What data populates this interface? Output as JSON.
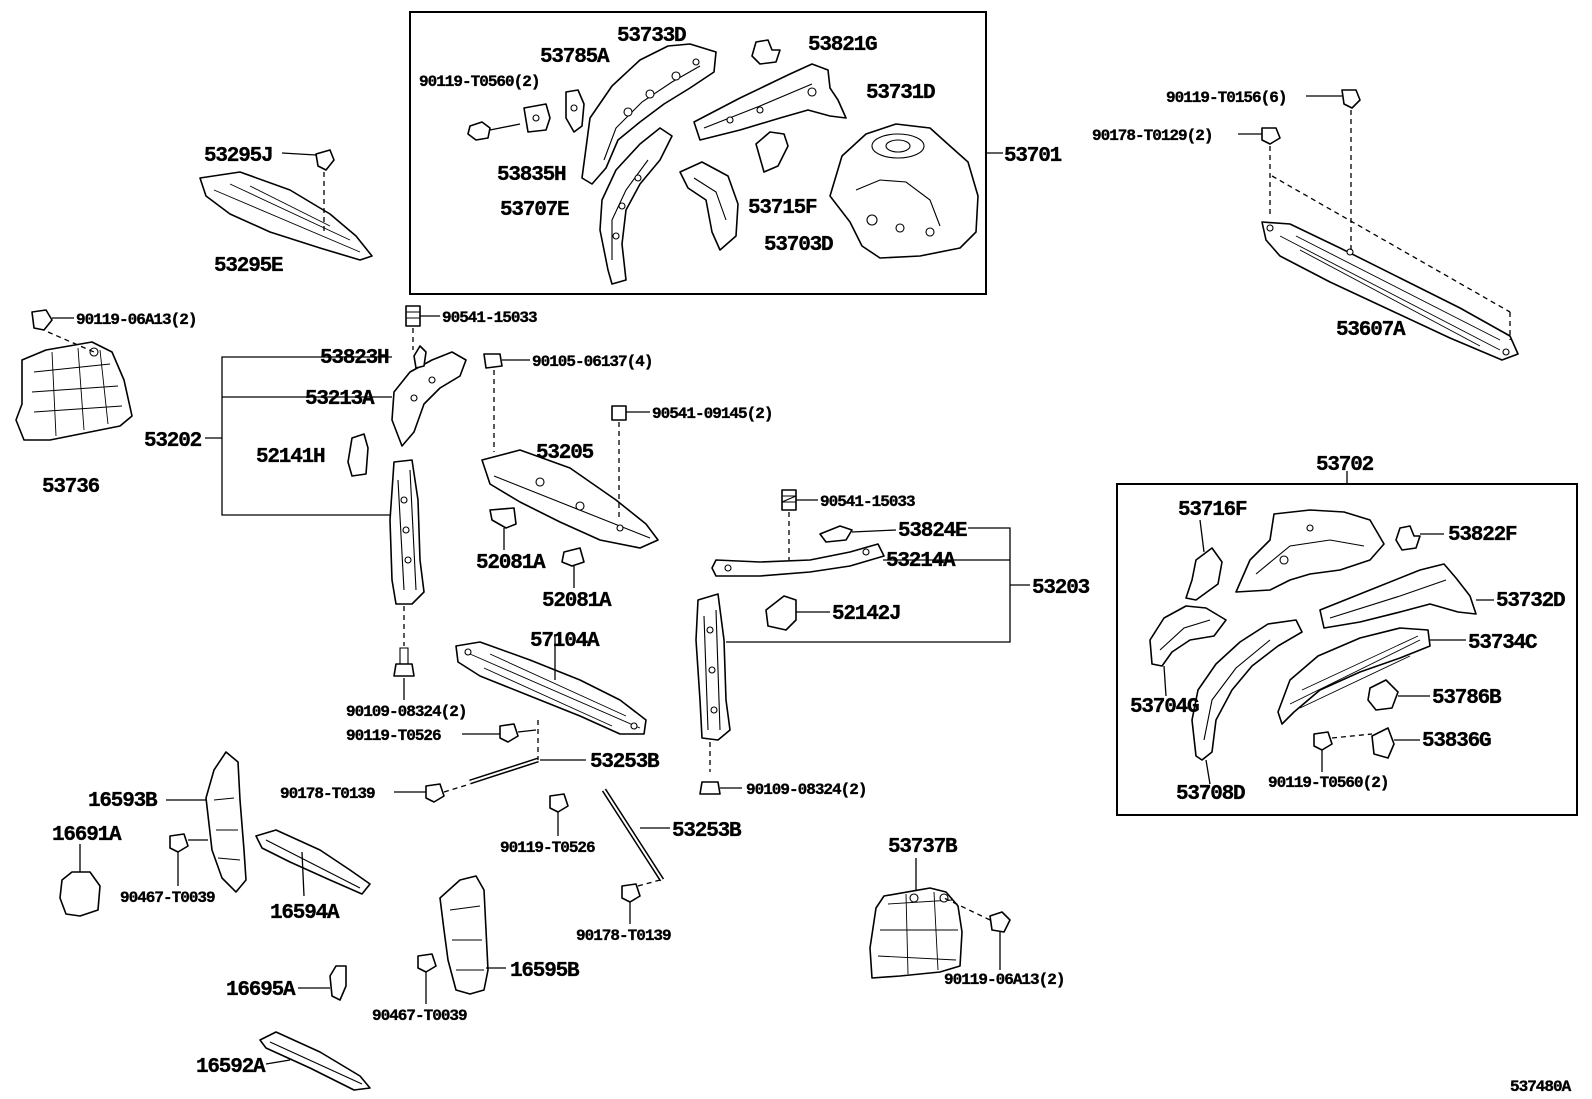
{
  "labels": {
    "p53733D": "53733D",
    "p53785A": "53785A",
    "p53821G": "53821G",
    "p90119T0560_2_top": "90119-T0560(2)",
    "p53731D": "53731D",
    "p53835H": "53835H",
    "p53707E": "53707E",
    "p53715F": "53715F",
    "p53703D": "53703D",
    "p53701": "53701",
    "p53295J": "53295J",
    "p53295E": "53295E",
    "p90119T0156_6": "90119-T0156(6)",
    "p90178T0129_2": "90178-T0129(2)",
    "p53607A": "53607A",
    "p9011906A13_2_left": "90119-06A13(2)",
    "p9054115033_left": "90541-15033",
    "p53823H": "53823H",
    "p53213A": "53213A",
    "p53202": "53202",
    "p52141H": "52141H",
    "p9010506137_4": "90105-06137(4)",
    "p9054109145_2": "90541-09145(2)",
    "p53205": "53205",
    "p53736": "53736",
    "p53702": "53702",
    "p53716F": "53716F",
    "p53822F": "53822F",
    "p53732D": "53732D",
    "p53734C": "53734C",
    "p53704G": "53704G",
    "p53786B": "53786B",
    "p53836G": "53836G",
    "p53708D": "53708D",
    "p90119T0560_2_right": "90119-T0560(2)",
    "p9054115033_right": "90541-15033",
    "p53824E": "53824E",
    "p53214A": "53214A",
    "p53203": "53203",
    "p52142J": "52142J",
    "p52081A_1": "52081A",
    "p52081A_2": "52081A",
    "p57104A": "57104A",
    "p9010908324_2_left": "90109-08324(2)",
    "p90119T0526_1": "90119-T0526",
    "p53253B_1": "53253B",
    "p90178T0139_1": "90178-T0139",
    "p90109O8324_2_right": "90109-08324(2)",
    "p16593B": "16593B",
    "p16691A": "16691A",
    "p90467T0039_1": "90467-T0039",
    "p16594A": "16594A",
    "p90119T0526_2": "90119-T0526",
    "p53253B_2": "53253B",
    "p53737B": "53737B",
    "p90178T0139_2": "90178-T0139",
    "p16695A": "16695A",
    "p16595B": "16595B",
    "p90467T0039_2": "90467-T0039",
    "p9011906A13_2_right": "90119-06A13(2)",
    "p16592A": "16592A",
    "p537480A": "537480A"
  }
}
